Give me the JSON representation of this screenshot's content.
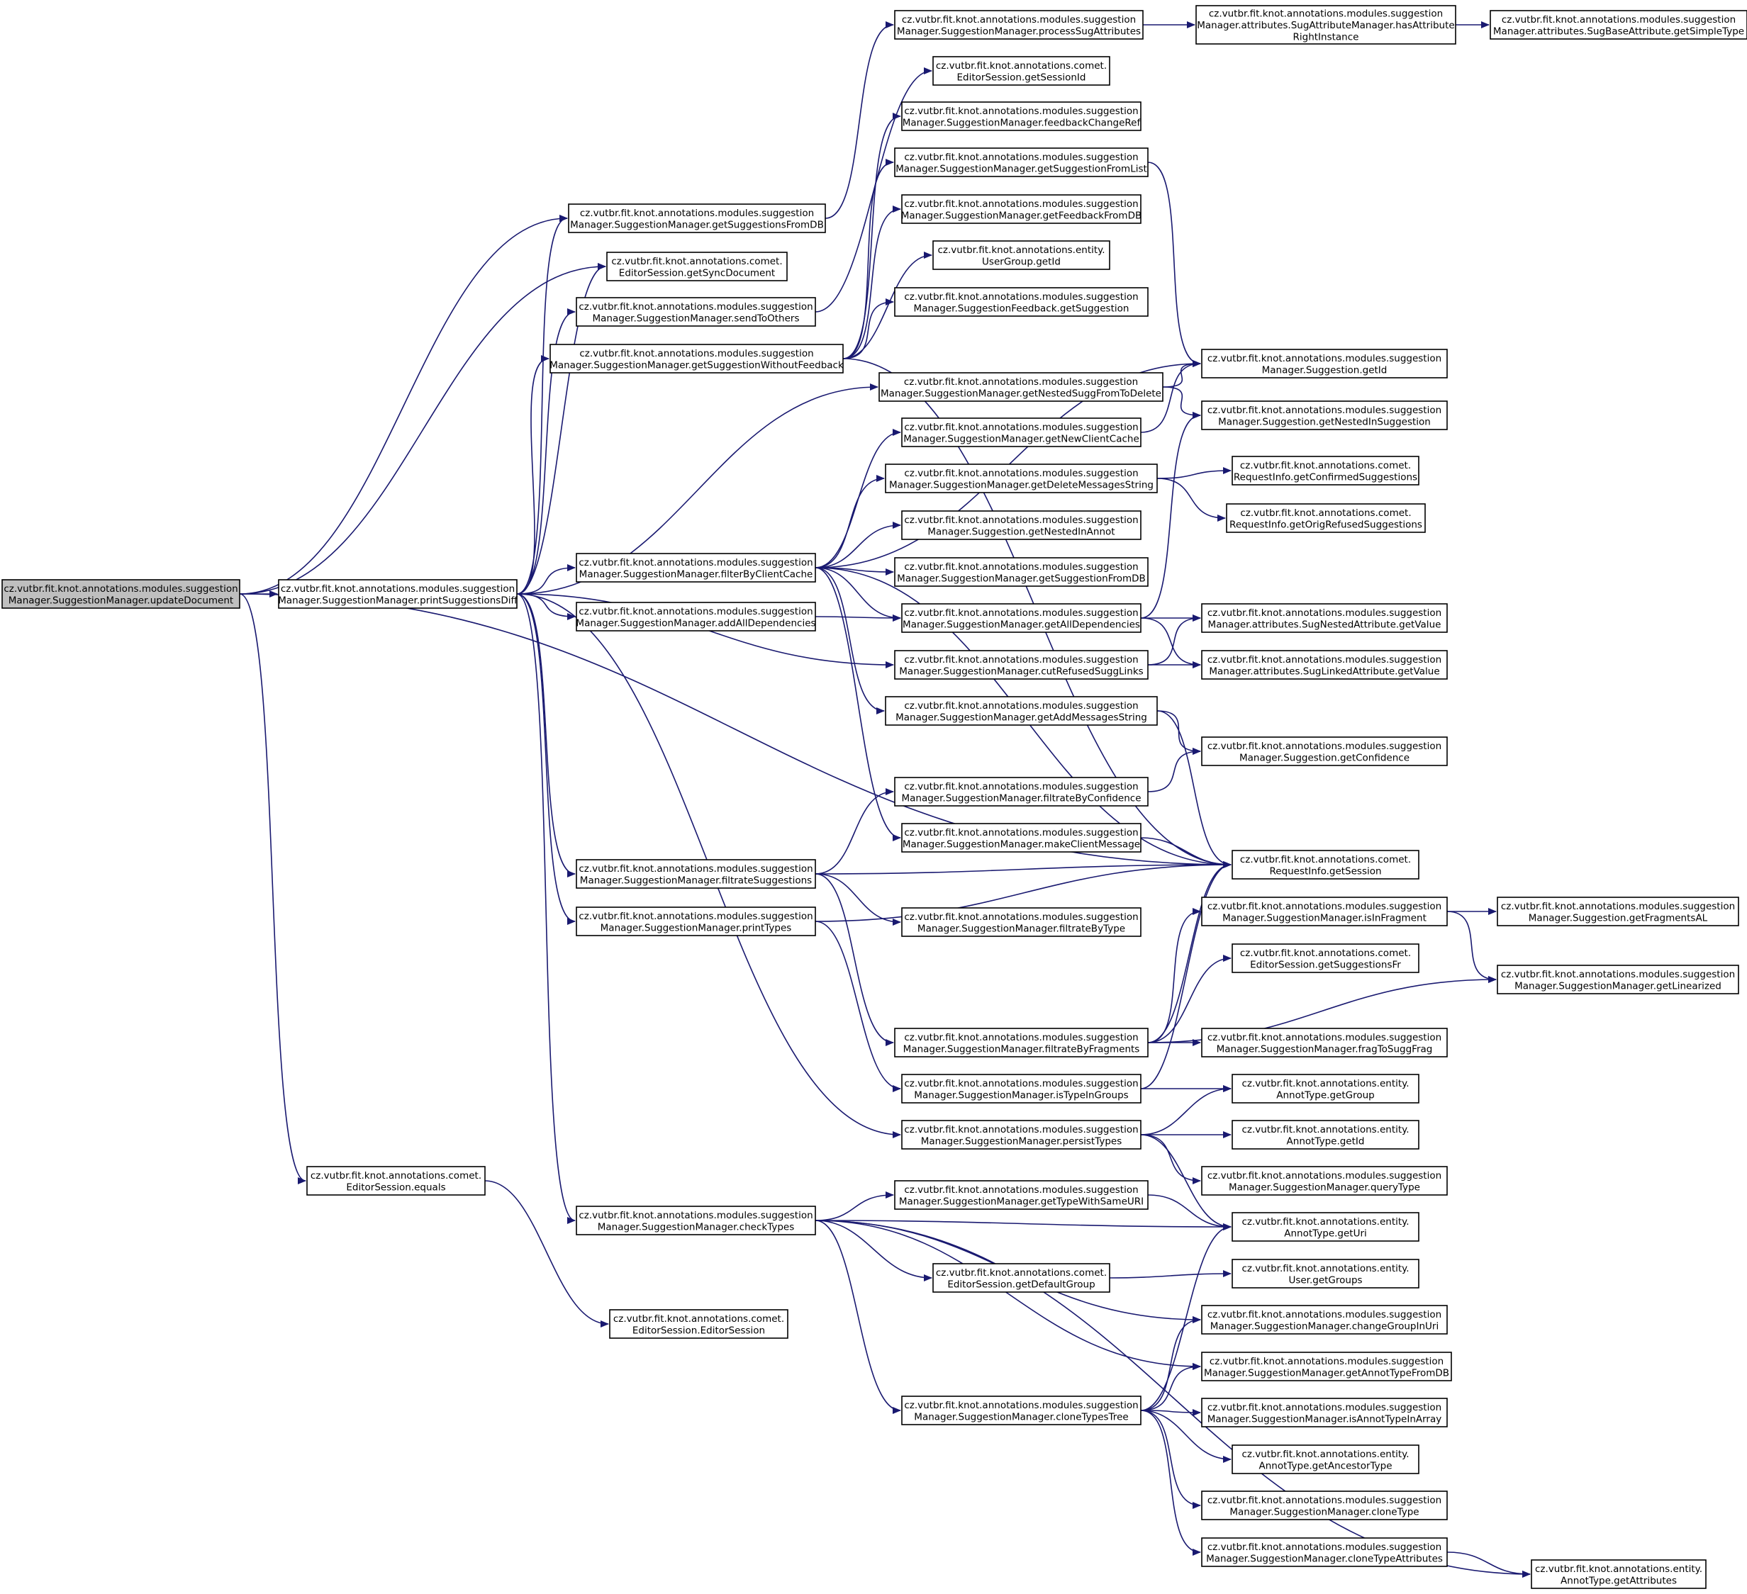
{
  "colors": {
    "edge": "#191970",
    "root_fill": "#bfbfbf",
    "node_fill": "#ffffff",
    "node_stroke": "#000000"
  },
  "nodes": {
    "updateDocument": [
      "cz.vutbr.fit.knot.annotations.modules.suggestion",
      "Manager.SuggestionManager.updateDocument"
    ],
    "printSuggestionsDiff": [
      "cz.vutbr.fit.knot.annotations.modules.suggestion",
      "Manager.SuggestionManager.printSuggestionsDiff"
    ],
    "getSuggestionsFromDB": [
      "cz.vutbr.fit.knot.annotations.modules.suggestion",
      "Manager.SuggestionManager.getSuggestionsFromDB"
    ],
    "getSyncDocument": [
      "cz.vutbr.fit.knot.annotations.comet.",
      "EditorSession.getSyncDocument"
    ],
    "sendToOthers": [
      "cz.vutbr.fit.knot.annotations.modules.suggestion",
      "Manager.SuggestionManager.sendToOthers"
    ],
    "getSuggestionWithoutFeedback": [
      "cz.vutbr.fit.knot.annotations.modules.suggestion",
      "Manager.SuggestionManager.getSuggestionWithoutFeedback"
    ],
    "filterByClientCache": [
      "cz.vutbr.fit.knot.annotations.modules.suggestion",
      "Manager.SuggestionManager.filterByClientCache"
    ],
    "addAllDependencies": [
      "cz.vutbr.fit.knot.annotations.modules.suggestion",
      "Manager.SuggestionManager.addAllDependencies"
    ],
    "filtrateSuggestions": [
      "cz.vutbr.fit.knot.annotations.modules.suggestion",
      "Manager.SuggestionManager.filtrateSuggestions"
    ],
    "printTypes": [
      "cz.vutbr.fit.knot.annotations.modules.suggestion",
      "Manager.SuggestionManager.printTypes"
    ],
    "checkTypes": [
      "cz.vutbr.fit.knot.annotations.modules.suggestion",
      "Manager.SuggestionManager.checkTypes"
    ],
    "equals": [
      "cz.vutbr.fit.knot.annotations.comet.",
      "EditorSession.equals"
    ],
    "EditorSession": [
      "cz.vutbr.fit.knot.annotations.comet.",
      "EditorSession.EditorSession"
    ],
    "processSugAttributes": [
      "cz.vutbr.fit.knot.annotations.modules.suggestion",
      "Manager.SuggestionManager.processSugAttributes"
    ],
    "hasAttributeRightInstance": [
      "cz.vutbr.fit.knot.annotations.modules.suggestion",
      "Manager.attributes.SugAttributeManager.hasAttribute",
      "RightInstance"
    ],
    "getSimpleType": [
      "cz.vutbr.fit.knot.annotations.modules.suggestion",
      "Manager.attributes.SugBaseAttribute.getSimpleType"
    ],
    "getSessionId": [
      "cz.vutbr.fit.knot.annotations.comet.",
      "EditorSession.getSessionId"
    ],
    "feedbackChangeRef": [
      "cz.vutbr.fit.knot.annotations.modules.suggestion",
      "Manager.SuggestionManager.feedbackChangeRef"
    ],
    "getSuggestionFromList": [
      "cz.vutbr.fit.knot.annotations.modules.suggestion",
      "Manager.SuggestionManager.getSuggestionFromList"
    ],
    "getFeedbackFromDB": [
      "cz.vutbr.fit.knot.annotations.modules.suggestion",
      "Manager.SuggestionManager.getFeedbackFromDB"
    ],
    "UserGroupGetId": [
      "cz.vutbr.fit.knot.annotations.entity.",
      "UserGroup.getId"
    ],
    "feedbackGetSuggestion": [
      "cz.vutbr.fit.knot.annotations.modules.suggestion",
      "Manager.SuggestionFeedback.getSuggestion"
    ],
    "getNestedSuggFromToDelete": [
      "cz.vutbr.fit.knot.annotations.modules.suggestion",
      "Manager.SuggestionManager.getNestedSuggFromToDelete"
    ],
    "getNewClientCache": [
      "cz.vutbr.fit.knot.annotations.modules.suggestion",
      "Manager.SuggestionManager.getNewClientCache"
    ],
    "getDeleteMessagesString": [
      "cz.vutbr.fit.knot.annotations.modules.suggestion",
      "Manager.SuggestionManager.getDeleteMessagesString"
    ],
    "getNestedInAnnot": [
      "cz.vutbr.fit.knot.annotations.modules.suggestion",
      "Manager.Suggestion.getNestedInAnnot"
    ],
    "getSuggestionFromDB": [
      "cz.vutbr.fit.knot.annotations.modules.suggestion",
      "Manager.SuggestionManager.getSuggestionFromDB"
    ],
    "getAllDependencies": [
      "cz.vutbr.fit.knot.annotations.modules.suggestion",
      "Manager.SuggestionManager.getAllDependencies"
    ],
    "cutRefusedSuggLinks": [
      "cz.vutbr.fit.knot.annotations.modules.suggestion",
      "Manager.SuggestionManager.cutRefusedSuggLinks"
    ],
    "getAddMessagesString": [
      "cz.vutbr.fit.knot.annotations.modules.suggestion",
      "Manager.SuggestionManager.getAddMessagesString"
    ],
    "filtrateByConfidence": [
      "cz.vutbr.fit.knot.annotations.modules.suggestion",
      "Manager.SuggestionManager.filtrateByConfidence"
    ],
    "makeClientMessage": [
      "cz.vutbr.fit.knot.annotations.modules.suggestion",
      "Manager.SuggestionManager.makeClientMessage"
    ],
    "filtrateByType": [
      "cz.vutbr.fit.knot.annotations.modules.suggestion",
      "Manager.SuggestionManager.filtrateByType"
    ],
    "filtrateByFragments": [
      "cz.vutbr.fit.knot.annotations.modules.suggestion",
      "Manager.SuggestionManager.filtrateByFragments"
    ],
    "isTypeInGroups": [
      "cz.vutbr.fit.knot.annotations.modules.suggestion",
      "Manager.SuggestionManager.isTypeInGroups"
    ],
    "persistTypes": [
      "cz.vutbr.fit.knot.annotations.modules.suggestion",
      "Manager.SuggestionManager.persistTypes"
    ],
    "getTypeWithSameURI": [
      "cz.vutbr.fit.knot.annotations.modules.suggestion",
      "Manager.SuggestionManager.getTypeWithSameURI"
    ],
    "getDefaultGroup": [
      "cz.vutbr.fit.knot.annotations.comet.",
      "EditorSession.getDefaultGroup"
    ],
    "cloneTypesTree": [
      "cz.vutbr.fit.knot.annotations.modules.suggestion",
      "Manager.SuggestionManager.cloneTypesTree"
    ],
    "SuggestionGetId": [
      "cz.vutbr.fit.knot.annotations.modules.suggestion",
      "Manager.Suggestion.getId"
    ],
    "getNestedInSuggestion": [
      "cz.vutbr.fit.knot.annotations.modules.suggestion",
      "Manager.Suggestion.getNestedInSuggestion"
    ],
    "getConfirmedSuggestions": [
      "cz.vutbr.fit.knot.annotations.comet.",
      "RequestInfo.getConfirmedSuggestions"
    ],
    "getOrigRefusedSuggestions": [
      "cz.vutbr.fit.knot.annotations.comet.",
      "RequestInfo.getOrigRefusedSuggestions"
    ],
    "SugNestedAttributeGetValue": [
      "cz.vutbr.fit.knot.annotations.modules.suggestion",
      "Manager.attributes.SugNestedAttribute.getValue"
    ],
    "SugLinkedAttributeGetValue": [
      "cz.vutbr.fit.knot.annotations.modules.suggestion",
      "Manager.attributes.SugLinkedAttribute.getValue"
    ],
    "getConfidence": [
      "cz.vutbr.fit.knot.annotations.modules.suggestion",
      "Manager.Suggestion.getConfidence"
    ],
    "getSession": [
      "cz.vutbr.fit.knot.annotations.comet.",
      "RequestInfo.getSession"
    ],
    "isInFragment": [
      "cz.vutbr.fit.knot.annotations.modules.suggestion",
      "Manager.SuggestionManager.isInFragment"
    ],
    "getSuggestionsFr": [
      "cz.vutbr.fit.knot.annotations.comet.",
      "EditorSession.getSuggestionsFr"
    ],
    "fragToSuggFrag": [
      "cz.vutbr.fit.knot.annotations.modules.suggestion",
      "Manager.SuggestionManager.fragToSuggFrag"
    ],
    "AnnotTypeGetGroup": [
      "cz.vutbr.fit.knot.annotations.entity.",
      "AnnotType.getGroup"
    ],
    "AnnotTypeGetId": [
      "cz.vutbr.fit.knot.annotations.entity.",
      "AnnotType.getId"
    ],
    "queryType": [
      "cz.vutbr.fit.knot.annotations.modules.suggestion",
      "Manager.SuggestionManager.queryType"
    ],
    "AnnotTypeGetUri": [
      "cz.vutbr.fit.knot.annotations.entity.",
      "AnnotType.getUri"
    ],
    "UserGetGroups": [
      "cz.vutbr.fit.knot.annotations.entity.",
      "User.getGroups"
    ],
    "changeGroupInUri": [
      "cz.vutbr.fit.knot.annotations.modules.suggestion",
      "Manager.SuggestionManager.changeGroupInUri"
    ],
    "getAnnotTypeFromDB": [
      "cz.vutbr.fit.knot.annotations.modules.suggestion",
      "Manager.SuggestionManager.getAnnotTypeFromDB"
    ],
    "isAnnotTypeInArray": [
      "cz.vutbr.fit.knot.annotations.modules.suggestion",
      "Manager.SuggestionManager.isAnnotTypeInArray"
    ],
    "getAncestorType": [
      "cz.vutbr.fit.knot.annotations.entity.",
      "AnnotType.getAncestorType"
    ],
    "cloneType": [
      "cz.vutbr.fit.knot.annotations.modules.suggestion",
      "Manager.SuggestionManager.cloneType"
    ],
    "cloneTypeAttributes": [
      "cz.vutbr.fit.knot.annotations.modules.suggestion",
      "Manager.SuggestionManager.cloneTypeAttributes"
    ],
    "getFragmentsAL": [
      "cz.vutbr.fit.knot.annotations.modules.suggestion",
      "Manager.Suggestion.getFragmentsAL"
    ],
    "getLinearized": [
      "cz.vutbr.fit.knot.annotations.modules.suggestion",
      "Manager.SuggestionManager.getLinearized"
    ],
    "getAttributes": [
      "cz.vutbr.fit.knot.annotations.entity.",
      "AnnotType.getAttributes"
    ]
  }
}
